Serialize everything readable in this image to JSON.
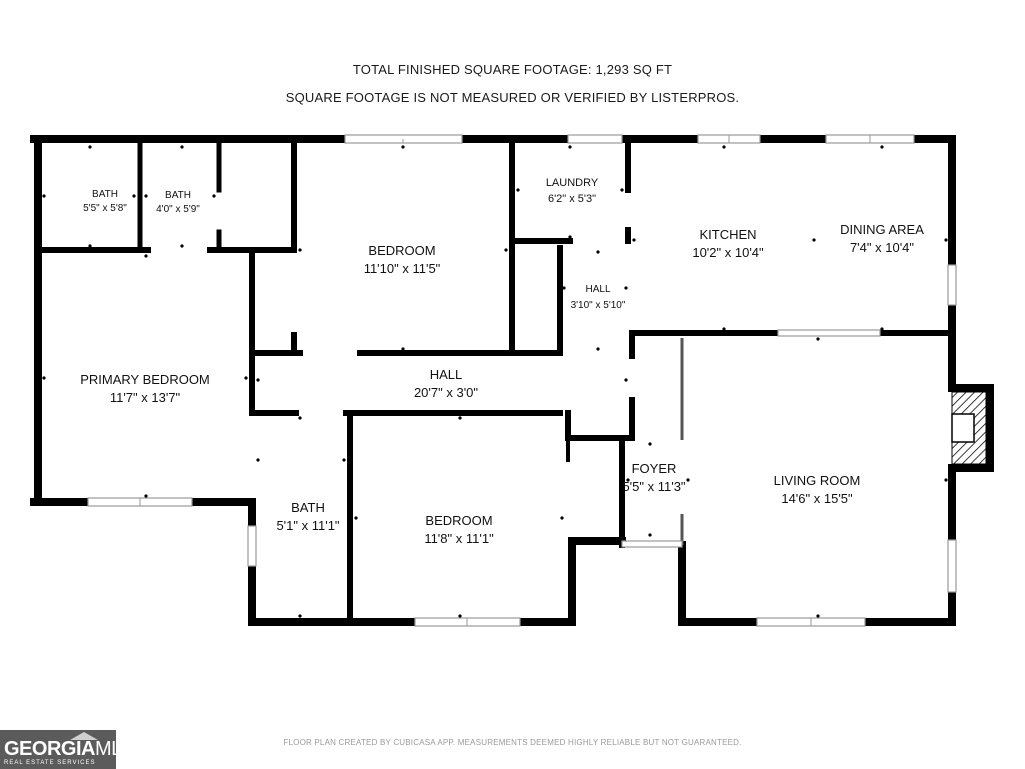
{
  "header": {
    "line1": "TOTAL FINISHED SQUARE FOOTAGE: 1,293 SQ FT",
    "line2": "SQUARE FOOTAGE IS NOT MEASURED OR VERIFIED BY LISTERPROS."
  },
  "rooms": {
    "bath1": {
      "name": "BATH",
      "dims": "5'5\" x 5'8\""
    },
    "bath2": {
      "name": "BATH",
      "dims": "4'0\" x 5'9\""
    },
    "bedroom_top": {
      "name": "BEDROOM",
      "dims": "11'10\" x 11'5\""
    },
    "laundry": {
      "name": "LAUNDRY",
      "dims": "6'2\" x 5'3\""
    },
    "kitchen": {
      "name": "KITCHEN",
      "dims": "10'2\" x 10'4\""
    },
    "dining": {
      "name": "DINING AREA",
      "dims": "7'4\" x 10'4\""
    },
    "hall_small": {
      "name": "HALL",
      "dims": "3'10\" x 5'10\""
    },
    "primary_bedroom": {
      "name": "PRIMARY BEDROOM",
      "dims": "11'7\" x 13'7\""
    },
    "hall_main": {
      "name": "HALL",
      "dims": "20'7\" x 3'0\""
    },
    "bath3": {
      "name": "BATH",
      "dims": "5'1\" x 11'1\""
    },
    "bedroom_bottom": {
      "name": "BEDROOM",
      "dims": "11'8\" x 11'1\""
    },
    "foyer": {
      "name": "FOYER",
      "dims": "5'5\" x 11'3\""
    },
    "living_room": {
      "name": "LIVING ROOM",
      "dims": "14'6\" x 15'5\""
    }
  },
  "footer": {
    "disclaimer": "FLOOR PLAN CREATED BY CUBICASA APP. MEASUREMENTS DEEMED HIGHLY RELIABLE BUT NOT GUARANTEED."
  },
  "logo": {
    "brand_bold": "GEORGIA",
    "brand_light": "MLS",
    "tagline": "REAL ESTATE SERVICES"
  },
  "colors": {
    "wall": "#000000",
    "window": "#9a9a9a",
    "background": "#ffffff"
  }
}
